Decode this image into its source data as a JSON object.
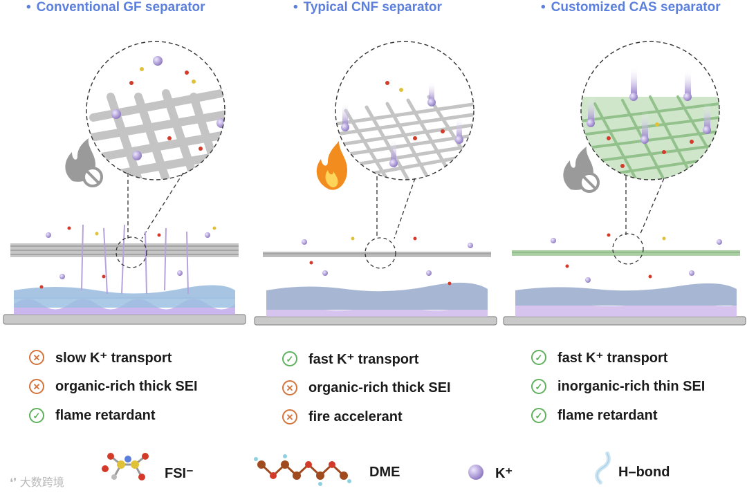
{
  "columns": [
    {
      "title": "Conventional GF separator",
      "fiber_color": "#b8b8b8",
      "properties": [
        {
          "status": "bad",
          "text": "slow K⁺ transport"
        },
        {
          "status": "bad",
          "text": "organic-rich thick SEI"
        },
        {
          "status": "good",
          "text": "flame retardant"
        }
      ]
    },
    {
      "title": "Typical CNF separator",
      "fiber_color": "#b8b8b8",
      "properties": [
        {
          "status": "good",
          "text": "fast K⁺ transport"
        },
        {
          "status": "bad",
          "text": "organic-rich thick SEI"
        },
        {
          "status": "bad",
          "text": "fire accelerant"
        }
      ]
    },
    {
      "title": "Customized CAS separator",
      "fiber_color": "#8fbf8a",
      "properties": [
        {
          "status": "good",
          "text": "fast K⁺ transport"
        },
        {
          "status": "good",
          "text": "inorganic-rich thin SEI"
        },
        {
          "status": "good",
          "text": "flame retardant"
        }
      ]
    }
  ],
  "legend": {
    "fsi": "FSI⁻",
    "dme": "DME",
    "k": "K⁺",
    "hbond": "H–bond"
  },
  "watermark": "大数跨境",
  "icons": {
    "good": "check-icon",
    "bad": "cross-icon",
    "flame_retardant": "flame-retardant-icon",
    "fire": "fire-icon"
  },
  "colors": {
    "title": "#5b7fdc",
    "good": "#5fb15d",
    "bad": "#d4733a",
    "k_ion": "#a48fcf",
    "sei": "#9dbfe0",
    "electrode": "#d6c4ee"
  }
}
